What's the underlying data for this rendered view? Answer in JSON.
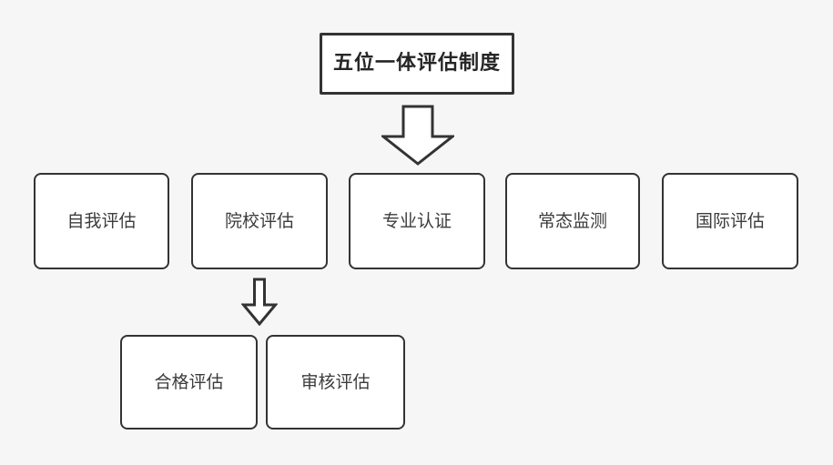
{
  "colors": {
    "background": "#f6f6f6",
    "node_fill": "#ffffff",
    "node_border": "#333333",
    "text": "#3c3c3c",
    "title_text": "#262626"
  },
  "nodes": {
    "title": "五位一体评估制度",
    "row": [
      "自我评估",
      "院校评估",
      "专业认证",
      "常态监测",
      "国际评估"
    ],
    "sub": [
      "合格评估",
      "审核评估"
    ]
  },
  "icons": {
    "main_arrow": "hollow-down-block-arrow",
    "branch_arrow": "hollow-down-block-arrow"
  }
}
